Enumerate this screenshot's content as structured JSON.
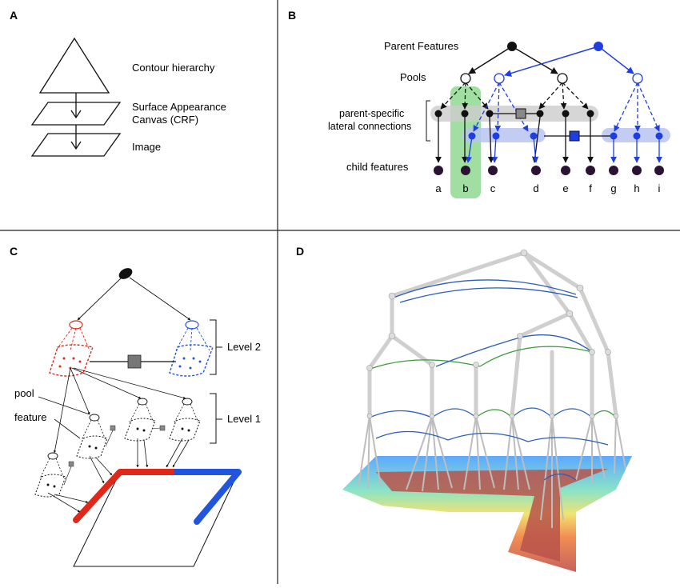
{
  "panels": {
    "a": {
      "letter": "A",
      "labels": {
        "contour": "Contour hierarchy",
        "surface_line1": "Surface Appearance",
        "surface_line2": "Canvas (CRF)",
        "image": "Image"
      }
    },
    "b": {
      "letter": "B",
      "labels": {
        "parent": "Parent Features",
        "pools": "Pools",
        "lateral_line1": "parent-specific",
        "lateral_line2": "lateral connections",
        "child": "child features"
      },
      "children": [
        "a",
        "b",
        "c",
        "d",
        "e",
        "f",
        "g",
        "h",
        "i"
      ],
      "colors": {
        "black": "#111111",
        "blue": "#1f3ee0",
        "child_fill": "#2a1233",
        "highlight": "#90d890",
        "gray_band": "#cccccc",
        "blue_band": "#b8c4f2"
      }
    },
    "c": {
      "letter": "C",
      "labels": {
        "level2": "Level 2",
        "level1": "Level 1",
        "pool": "pool",
        "feature": "feature"
      },
      "colors": {
        "red": "#e0281a",
        "blue": "#2255dd",
        "gray": "#777777"
      }
    },
    "d": {
      "letter": "D"
    }
  }
}
